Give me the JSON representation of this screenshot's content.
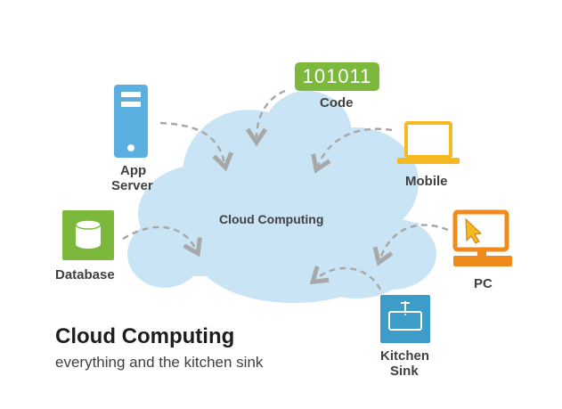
{
  "diagram": {
    "center_label": "Cloud Computing",
    "title": "Cloud Computing",
    "subtitle": "everything and the kitchen sink",
    "colors": {
      "cloud": "#c9e5f5",
      "arrow": "#a8a8a8",
      "server": "#5aaee0",
      "code_badge": "#7bb83c",
      "database": "#7bb83c",
      "mobile": "#f5b921",
      "pc": "#f08a1d",
      "kitchen_sink": "#3d9cc8"
    },
    "nodes": {
      "app_server": {
        "label_line1": "App",
        "label_line2": "Server",
        "icon": "server-icon"
      },
      "code": {
        "badge": "101011",
        "label": "Code",
        "icon": "binary-code-badge"
      },
      "mobile": {
        "label": "Mobile",
        "icon": "laptop-icon"
      },
      "database": {
        "label": "Database",
        "icon": "database-icon"
      },
      "pc": {
        "label": "PC",
        "icon": "desktop-computer-icon"
      },
      "kitchen_sink": {
        "label_line1": "Kitchen",
        "label_line2": "Sink",
        "icon": "sink-icon"
      }
    }
  }
}
